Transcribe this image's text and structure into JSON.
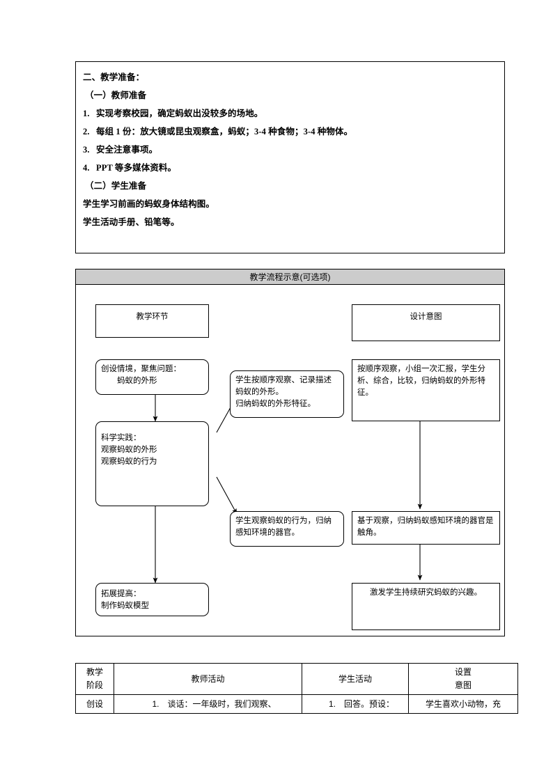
{
  "preparation": {
    "heading": "二、教学准备：",
    "teacher_heading": "（一）教师准备",
    "items": [
      {
        "num": "1.",
        "text": "实现考察校园，确定蚂蚁出没较多的场地。"
      },
      {
        "num": "2.",
        "text": "每组 1 份：放大镜或昆虫观察盒，蚂蚁；3-4 种食物；3-4 种物体。"
      },
      {
        "num": "3.",
        "text": "安全注意事项。"
      },
      {
        "num": "4.",
        "text": "PPT 等多媒体资料。"
      }
    ],
    "student_heading": "（二）学生准备",
    "student_lines": [
      "学生学习前画的蚂蚁身体结构图。",
      "学生活动手册、铅笔等。"
    ]
  },
  "flow": {
    "title": "教学流程示意(可选项)",
    "col_header_left": "教学环节",
    "col_header_right": "设计意图",
    "nodes": {
      "n1": "创设情境，聚焦问题：\n　　蚂蚁的外形",
      "n2": "科学实践：\n观察蚂蚁的外形\n观察蚂蚁的行为",
      "n3": "学生按顺序观察、记录描述蚂蚁的外形。\n归纳蚂蚁的外形特征。",
      "n4": "按顺序观察，小组一次汇报，学生分析、综合，比较，归纳蚂蚁的外形特征。",
      "n5": "学生观察蚂蚁的行为，归纳感知环境的器官。",
      "n6": "基于观察，归纳蚂蚁感知环境的器官是触角。",
      "n7": "拓展提高：\n制作蚂蚁模型",
      "n8": "激发学生持续研究蚂蚁的兴趣。"
    }
  },
  "table": {
    "headers": [
      "教学\n阶段",
      "教师活动",
      "学生活动",
      "设置\n意图"
    ],
    "rows": [
      {
        "stage": "创设",
        "teacher_num": "1.",
        "teacher_text": "谈话：一年级时，我们观察、",
        "student_num": "1.",
        "student_text": "回答。预设：",
        "intent": "学生喜欢小动物，充"
      }
    ]
  },
  "colors": {
    "flow_header_bg": "#cccccc",
    "border": "#000000",
    "page_bg": "#ffffff"
  }
}
